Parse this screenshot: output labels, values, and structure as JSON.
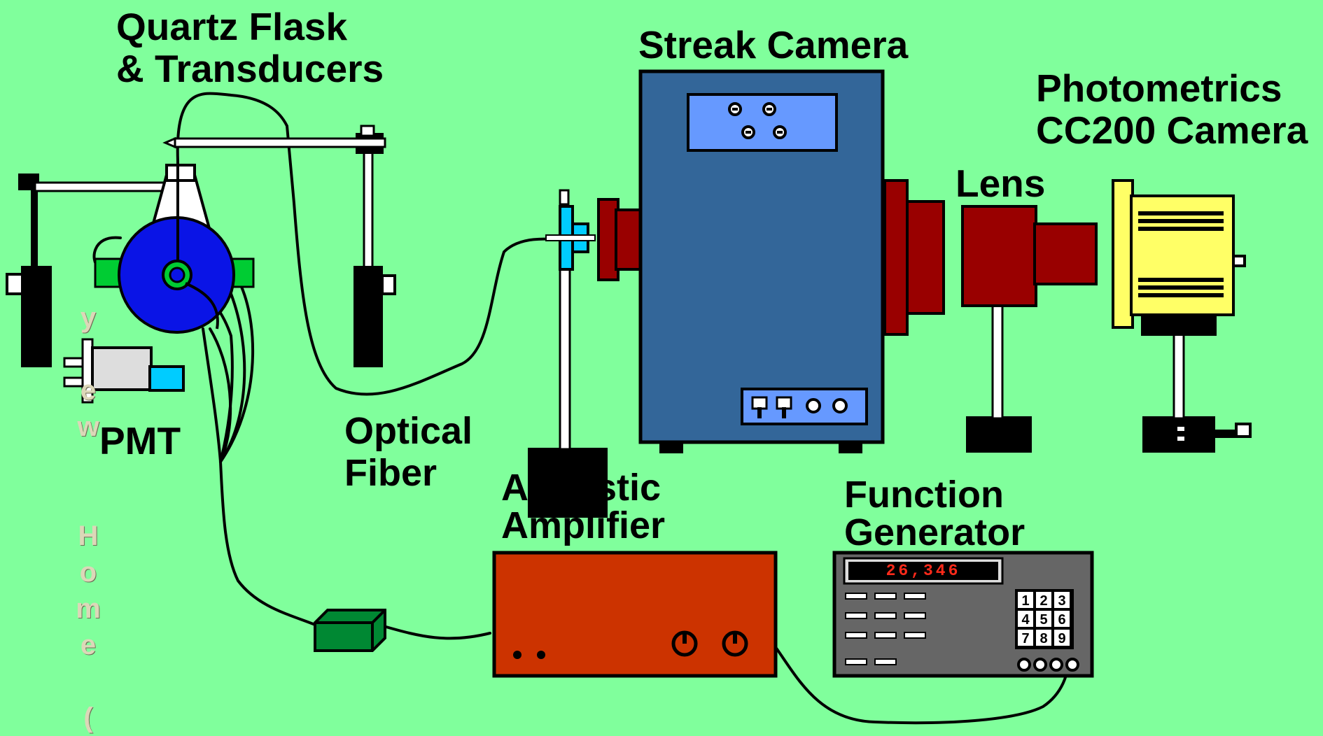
{
  "labels": {
    "quartz_flask": [
      "Quartz Flask",
      "& Transducers"
    ],
    "streak_camera": "Streak Camera",
    "photometrics": [
      "Photometrics",
      "CC200 Camera"
    ],
    "lens": "Lens",
    "pmt": "PMT",
    "optical_fiber": [
      "Optical",
      "Fiber"
    ],
    "acoustic_amplifier": [
      "Acoustic",
      "Amplifier"
    ],
    "function_generator": [
      "Function",
      "Generator"
    ]
  },
  "function_generator": {
    "readout": "26,346",
    "keypad": [
      "1",
      "2",
      "3",
      "4",
      "5",
      "6",
      "7",
      "8",
      "9"
    ]
  },
  "side_text": [
    "y",
    "",
    "e",
    "w",
    "",
    "",
    "H",
    "o",
    "m",
    "e",
    "",
    "("
  ],
  "colors": {
    "background": "#80ff9c",
    "flask": "#0a14e6",
    "streak_camera_body": "#336699",
    "streak_camera_panel": "#6699ff",
    "lens_red": "#990000",
    "ccd_yellow": "#ffff66",
    "amplifier": "#cc3300",
    "function_generator": "#666666",
    "transducer_green": "#00cc33",
    "preamp_green": "#008833",
    "pmt_cyan": "#00ccff"
  }
}
